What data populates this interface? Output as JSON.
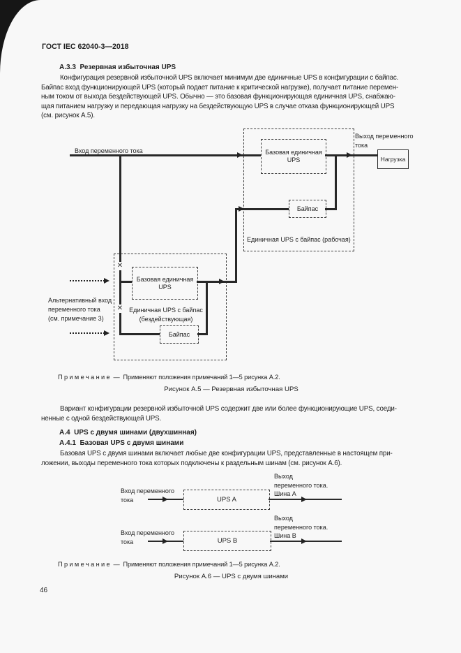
{
  "colors": {
    "ink": "#1f1f1f",
    "page_bg": "#f8f8f8",
    "line": "#282828"
  },
  "icons": {
    "disconnect": "✕"
  },
  "header": {
    "title": "ГОСТ IEC 62040-3—2018"
  },
  "footer": {
    "page_number": "46"
  },
  "section_a33": {
    "heading": "А.3.3  Резервная избыточная UPS",
    "lines": [
      "Конфигурация резервной избыточной UPS включает минимум две единичные UPS в конфигурации с байпас.",
      "Байпас вход функционирующей UPS (который подает питание к критической нагрузке), получает питание перемен-",
      "ным током от выхода бездействующей UPS. Обычно — это базовая функционирующая единичная UPS, снабжаю-",
      "щая питанием нагрузку и передающая нагрузку на бездействующую UPS в случае отказа функционирующей UPS",
      "(см. рисунок А.5)."
    ]
  },
  "figure_a5": {
    "ac_input_label": "Вход переменного тока",
    "ac_output_label_1": "Выход переменного",
    "ac_output_label_2": "тока",
    "load_label": "Нагрузка",
    "working_unit": {
      "ups_line_1": "Базовая единичная",
      "ups_line_2": "UPS",
      "bypass": "Байпас",
      "caption": "Единичная UPS с байпас (рабочая)"
    },
    "standby_unit": {
      "ups_line_1": "Базовая единичная",
      "ups_line_2": "UPS",
      "bypass": "Байпас",
      "caption_1": "Единичная UPS с байпас",
      "caption_2": "(бездействующая)"
    },
    "alt_input_label_1": "Альтернативный вход",
    "alt_input_label_2": "переменного тока",
    "alt_input_label_3": "(см. примечание 3)",
    "note": "П р и м е ч а н и е  —  Применяют положения примечаний 1—5 рисунка А.2.",
    "caption": "Рисунок А.5 — Резервная избыточная UPS"
  },
  "para_variant": {
    "lines": [
      "Вариант конфигурации резервной избыточной UPS содержит две или более функционирующие UPS, соеди-",
      "ненные с одной бездействующей UPS."
    ]
  },
  "section_a4": {
    "heading": "А.4  UPS с двумя шинами (двухшинная)"
  },
  "section_a41": {
    "heading": "А.4.1  Базовая UPS с двумя шинами",
    "lines": [
      "Базовая UPS с двумя шинами включает любые две конфигурации UPS, представленные в настоящем при-",
      "ложении, выходы переменного тока которых подключены к раздельным шинам (см. рисунок А.6)."
    ]
  },
  "figure_a6": {
    "rows": [
      {
        "input_1": "Вход переменного",
        "input_2": "тока",
        "ups": "UPS A",
        "output_1": "Выход",
        "output_2": "переменного тока.",
        "output_3": "Шина А"
      },
      {
        "input_1": "Вход переменного",
        "input_2": "тока",
        "ups": "UPS B",
        "output_1": "Выход",
        "output_2": "переменного тока.",
        "output_3": "Шина В"
      }
    ],
    "note": "П р и м е ч а н и е  —  Применяют положения примечаний 1—5 рисунка А.2.",
    "caption": "Рисунок А.6 — UPS с двумя шинами"
  }
}
